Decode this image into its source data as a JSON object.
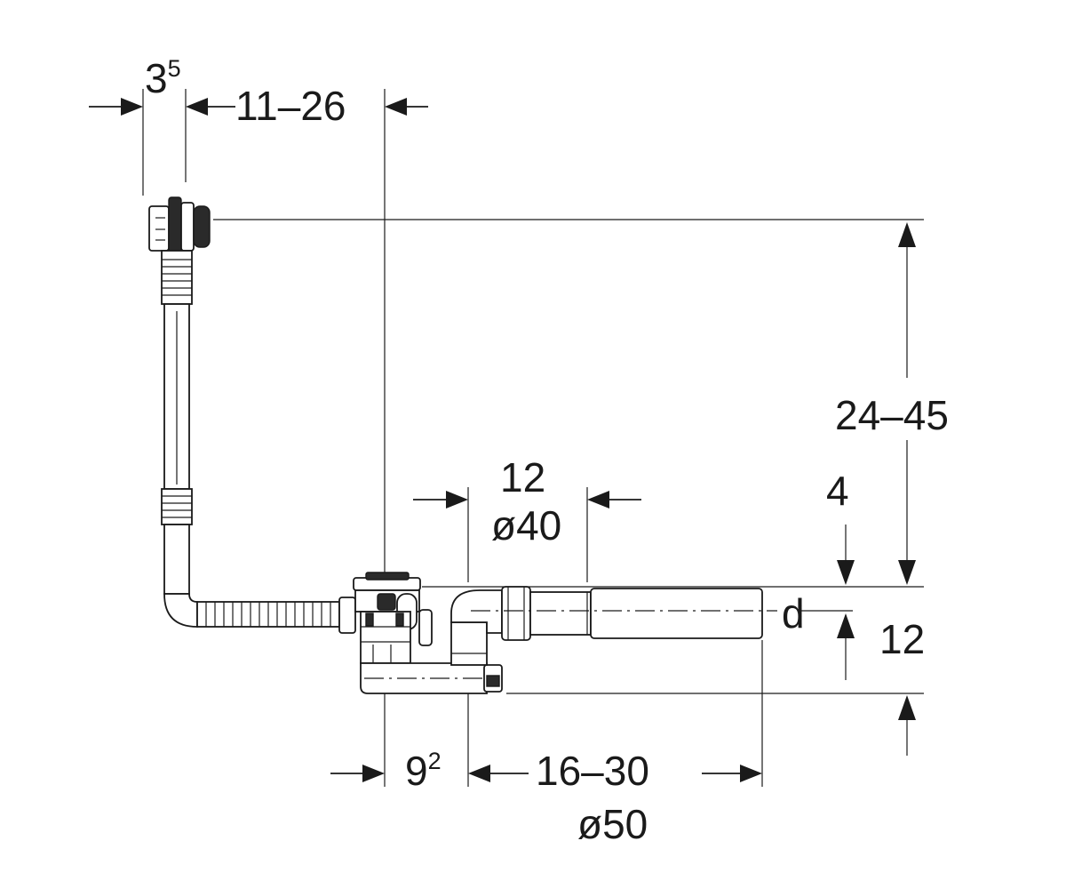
{
  "dimensions": {
    "left_offset": {
      "base": "3",
      "sup": "5"
    },
    "left_range": "11–26",
    "total_height": "24–45",
    "top_width": "12",
    "top_diameter": "ø40",
    "small_height": "4",
    "d_label": "d",
    "right_height": "12",
    "bottom_offset": {
      "base": "9",
      "sup": "2"
    },
    "bottom_range": "16–30",
    "bottom_diameter": "ø50"
  },
  "colors": {
    "line": "#1a1a1a",
    "background": "#ffffff"
  }
}
